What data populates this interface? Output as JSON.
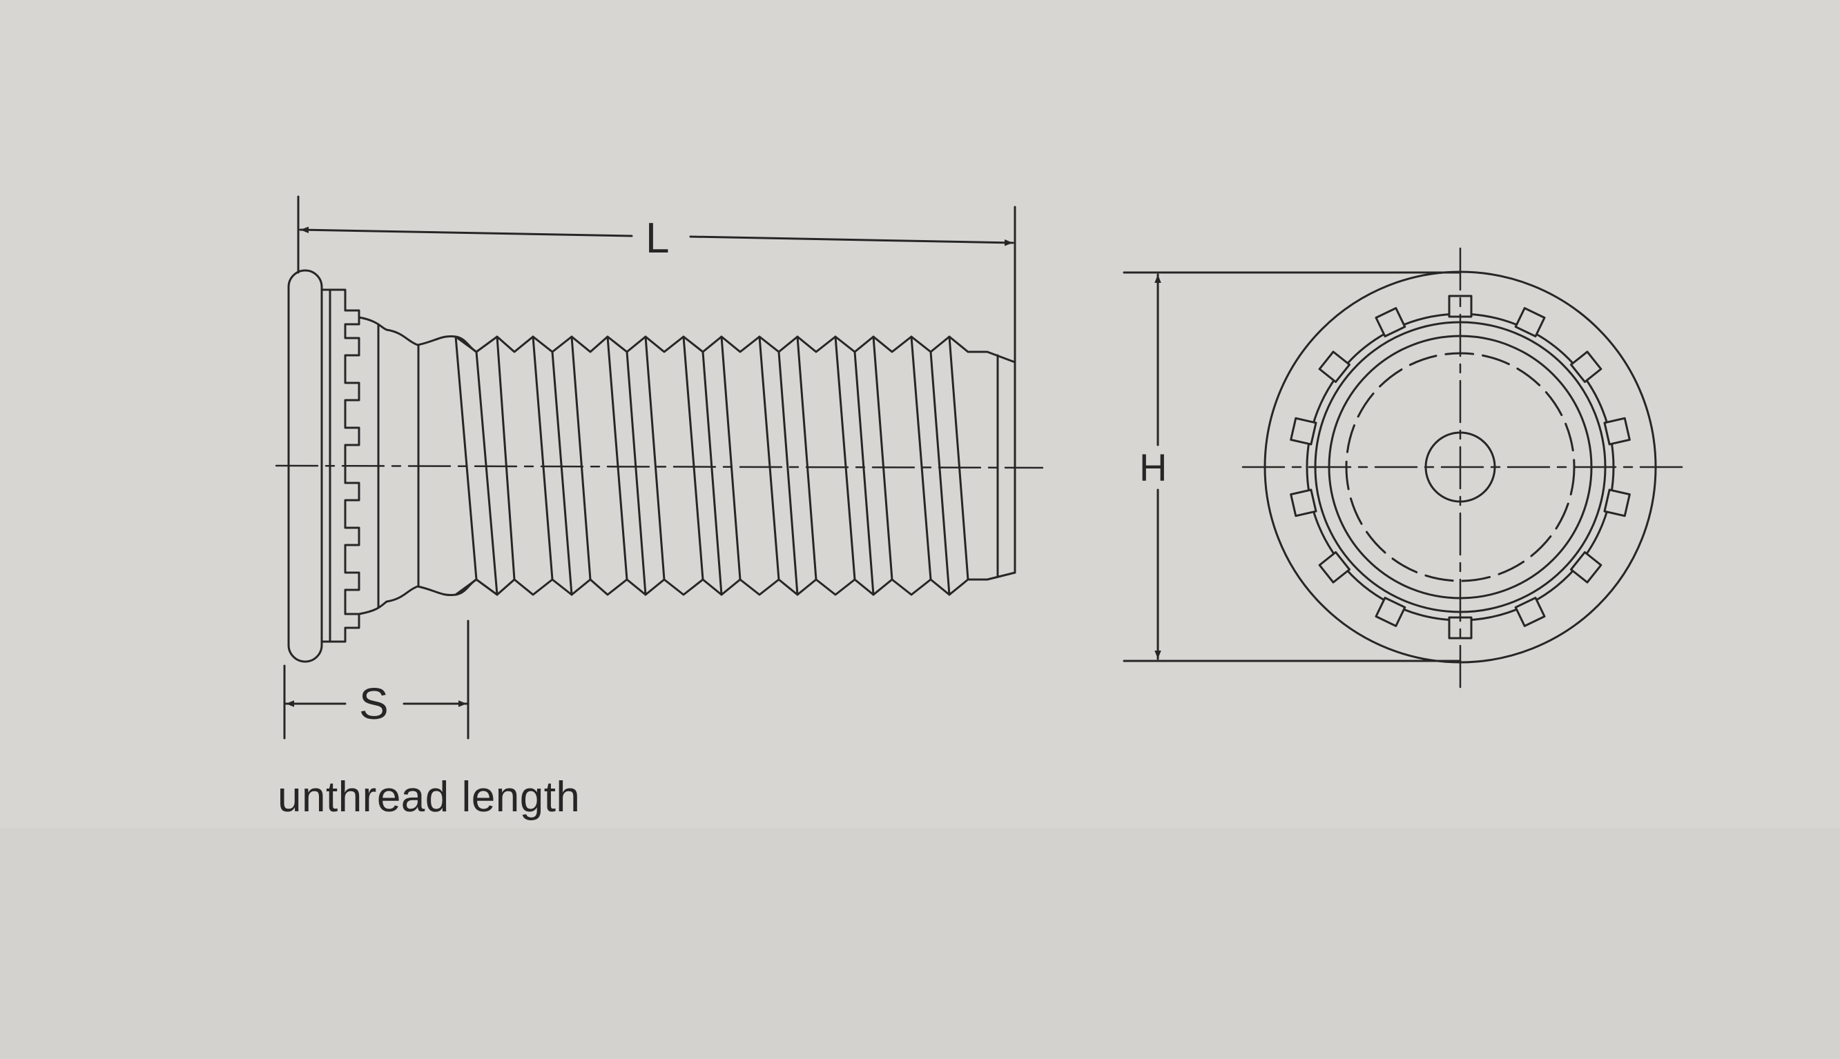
{
  "labels": {
    "length": "L",
    "unthread": "S",
    "head_diameter": "H"
  },
  "caption": "unthread length",
  "colors": {
    "paper": "#d7d6d3",
    "ink": "#262626"
  }
}
